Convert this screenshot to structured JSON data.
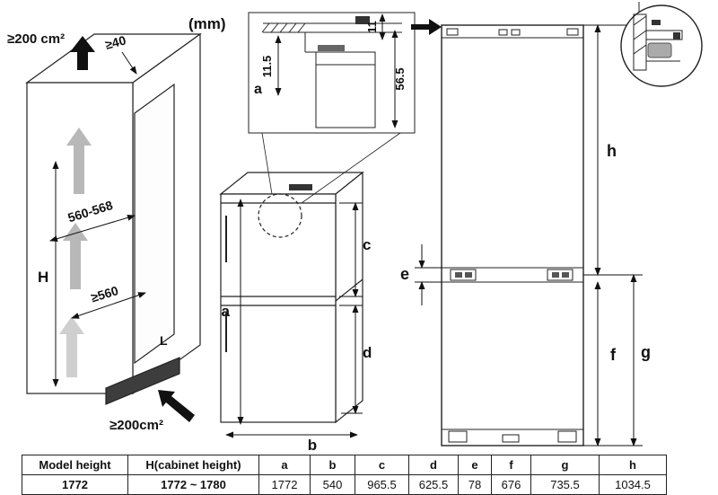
{
  "units_label": "(mm)",
  "cabinet": {
    "vent_top_label": "≥200 cm²",
    "top_gap_label": "≥40",
    "height_label": "H",
    "niche_width_label": "560-568",
    "niche_depth_label": "≥560",
    "floor_label": "L",
    "vent_bottom_label": "≥200cm²"
  },
  "top_detail": {
    "section_label": "a",
    "dim_gap": "11.5",
    "dim_recess": "56.5",
    "dim_top": "11"
  },
  "appliance_dims": {
    "a": "a",
    "b": "b",
    "c": "c",
    "d": "d"
  },
  "front_dims": {
    "e": "e",
    "f": "f",
    "g": "g",
    "h": "h"
  },
  "table": {
    "headers": [
      "Model height",
      "H(cabinet height)",
      "a",
      "b",
      "c",
      "d",
      "e",
      "f",
      "g",
      "h"
    ],
    "rows": [
      [
        "1772",
        "1772 ~ 1780",
        "1772",
        "540",
        "965.5",
        "625.5",
        "78",
        "676",
        "735.5",
        "1034.5"
      ]
    ]
  }
}
